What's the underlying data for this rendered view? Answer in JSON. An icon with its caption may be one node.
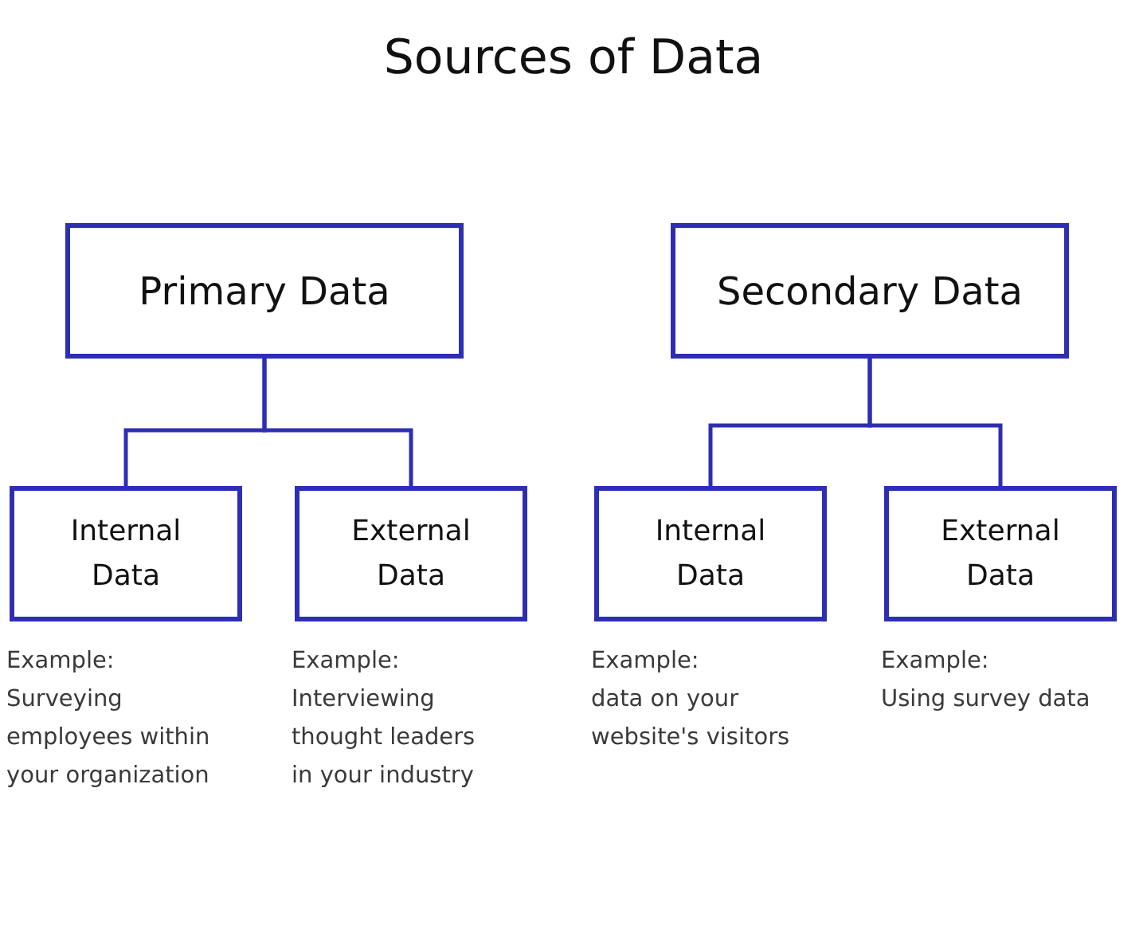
{
  "diagram": {
    "title": "Sources of Data",
    "nodes": [
      {
        "text": [
          "Primary Data"
        ]
      },
      {
        "text": [
          "Internal Data"
        ],
        "beside": [
          "Example:",
          "Surveying employees within your organization"
        ]
      },
      {
        "text": [
          "External Data"
        ],
        "beside": [
          "Example:",
          "Interviewing thought leaders in your industry"
        ]
      },
      {
        "text": [
          "Secondary Data"
        ]
      },
      {
        "text": [
          "Internal Data"
        ],
        "beside": [
          "Example:",
          "data on your website's visitors"
        ]
      },
      {
        "text": [
          "External Data"
        ],
        "beside": [
          "Example:",
          "Using survey data"
        ]
      }
    ],
    "edges": [
      {
        "from": 0,
        "to": 1,
        "arrow": "none"
      },
      {
        "from": 0,
        "to": 2,
        "arrow": "none"
      },
      {
        "from": 3,
        "to": 4,
        "arrow": "none"
      },
      {
        "from": 3,
        "to": 5,
        "arrow": "none"
      }
    ]
  }
}
